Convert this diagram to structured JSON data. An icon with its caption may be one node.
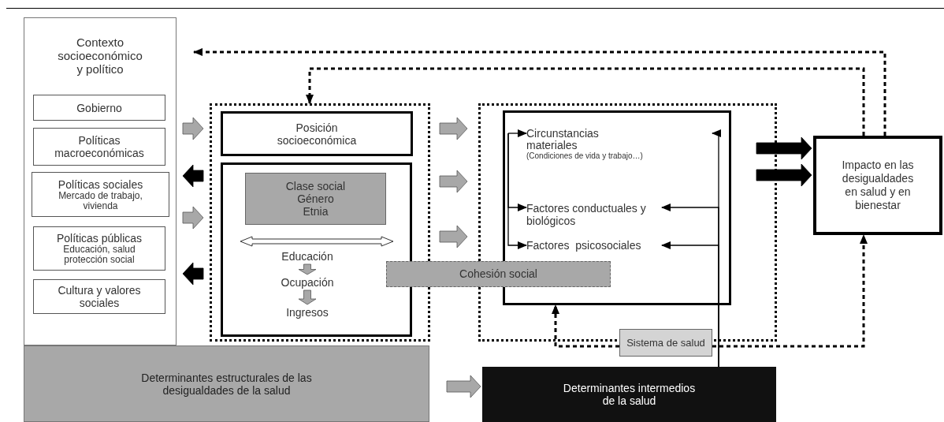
{
  "diagram": {
    "nodes": [
      {
        "text": [
          "Contexto socioeconómico y político"
        ]
      },
      {
        "text": [
          "Gobierno"
        ],
        "in": 0
      },
      {
        "text": [
          "Políticas macroeconómicas"
        ],
        "in": 0
      },
      {
        "text": [
          "Políticas sociales",
          "Mercado de trabajo, vivienda"
        ],
        "in": 0
      },
      {
        "text": [
          "Políticas públicas",
          "Educación, salud protección social"
        ],
        "in": 0
      },
      {
        "text": [
          "Cultura y valores sociales"
        ],
        "in": 0
      },
      {
        "text": [],
        "shape": "box"
      },
      {
        "text": [
          "Posición socioeconómica"
        ],
        "in": 6
      },
      {
        "text": [],
        "shape": "box",
        "in": 6
      },
      {
        "text": [
          "Clase social Género Etnia"
        ],
        "in": 8
      },
      {
        "text": [
          "Educación"
        ],
        "in": 8
      },
      {
        "text": [
          "Ocupación"
        ],
        "in": 8
      },
      {
        "text": [
          "Ingresos"
        ],
        "in": 8
      },
      {
        "text": [
          "Cohesión social"
        ]
      },
      {
        "text": [],
        "shape": "box"
      },
      {
        "text": [],
        "shape": "box",
        "in": 14
      },
      {
        "text": [
          "Circunstancias materiales",
          "(Condiciones de vida y trabajo…)"
        ],
        "in": 15
      },
      {
        "text": [
          "Factores conductuales y biológicos"
        ],
        "in": 15
      },
      {
        "text": [
          "Factores  psicosociales"
        ],
        "in": 15
      },
      {
        "text": [
          "Impacto en las desigualdades en salud y en bienestar"
        ]
      },
      {
        "text": [
          "Sistema de salud"
        ]
      },
      {
        "text": [
          "Determinantes estructurales de las desigualdades de la salud"
        ]
      },
      {
        "text": [
          "Determinantes intermedios de la salud"
        ]
      }
    ],
    "edges": [
      {
        "from": 0,
        "to": 6,
        "arrow": "to",
        "style": "thick",
        "color": "#a8a8a8"
      },
      {
        "from": 6,
        "to": 0,
        "arrow": "to",
        "style": "thick"
      },
      {
        "from": 0,
        "to": 6,
        "arrow": "to",
        "style": "thick",
        "color": "#a8a8a8"
      },
      {
        "from": 6,
        "to": 0,
        "arrow": "to",
        "style": "thick"
      },
      {
        "from": 6,
        "to": 14,
        "arrow": "to",
        "style": "thick",
        "color": "#a8a8a8"
      },
      {
        "from": 6,
        "to": 14,
        "arrow": "to",
        "style": "thick",
        "color": "#a8a8a8"
      },
      {
        "from": 6,
        "to": 14,
        "arrow": "to",
        "style": "thick",
        "color": "#a8a8a8"
      },
      {
        "from": 15,
        "to": 19,
        "arrow": "to",
        "style": "thick"
      },
      {
        "from": 15,
        "to": 19,
        "arrow": "to",
        "style": "thick"
      },
      {
        "from": 21,
        "to": 22,
        "arrow": "to",
        "style": "thick",
        "color": "#a8a8a8"
      },
      {
        "from": 10,
        "to": 11,
        "arrow": "to",
        "style": "thick",
        "color": "#a8a8a8"
      },
      {
        "from": 11,
        "to": 12,
        "arrow": "to",
        "style": "thick",
        "color": "#a8a8a8"
      },
      {
        "from": 19,
        "to": 0,
        "arrow": "to",
        "style": "dashed"
      },
      {
        "from": 19,
        "to": 6,
        "arrow": "to",
        "style": "dashed"
      },
      {
        "from": 20,
        "to": 19,
        "arrow": "to",
        "style": "dashed"
      },
      {
        "from": 20,
        "to": 15,
        "arrow": "to",
        "style": "dashed"
      },
      {
        "from": 22,
        "to": 16,
        "arrow": "to"
      },
      {
        "from": 22,
        "to": 17,
        "arrow": "to"
      },
      {
        "from": 22,
        "to": 18,
        "arrow": "to"
      },
      {
        "from": null,
        "to": 16,
        "arrow": "to"
      },
      {
        "from": null,
        "to": 17,
        "arrow": "to"
      },
      {
        "from": null,
        "to": 18,
        "arrow": "to"
      }
    ]
  }
}
